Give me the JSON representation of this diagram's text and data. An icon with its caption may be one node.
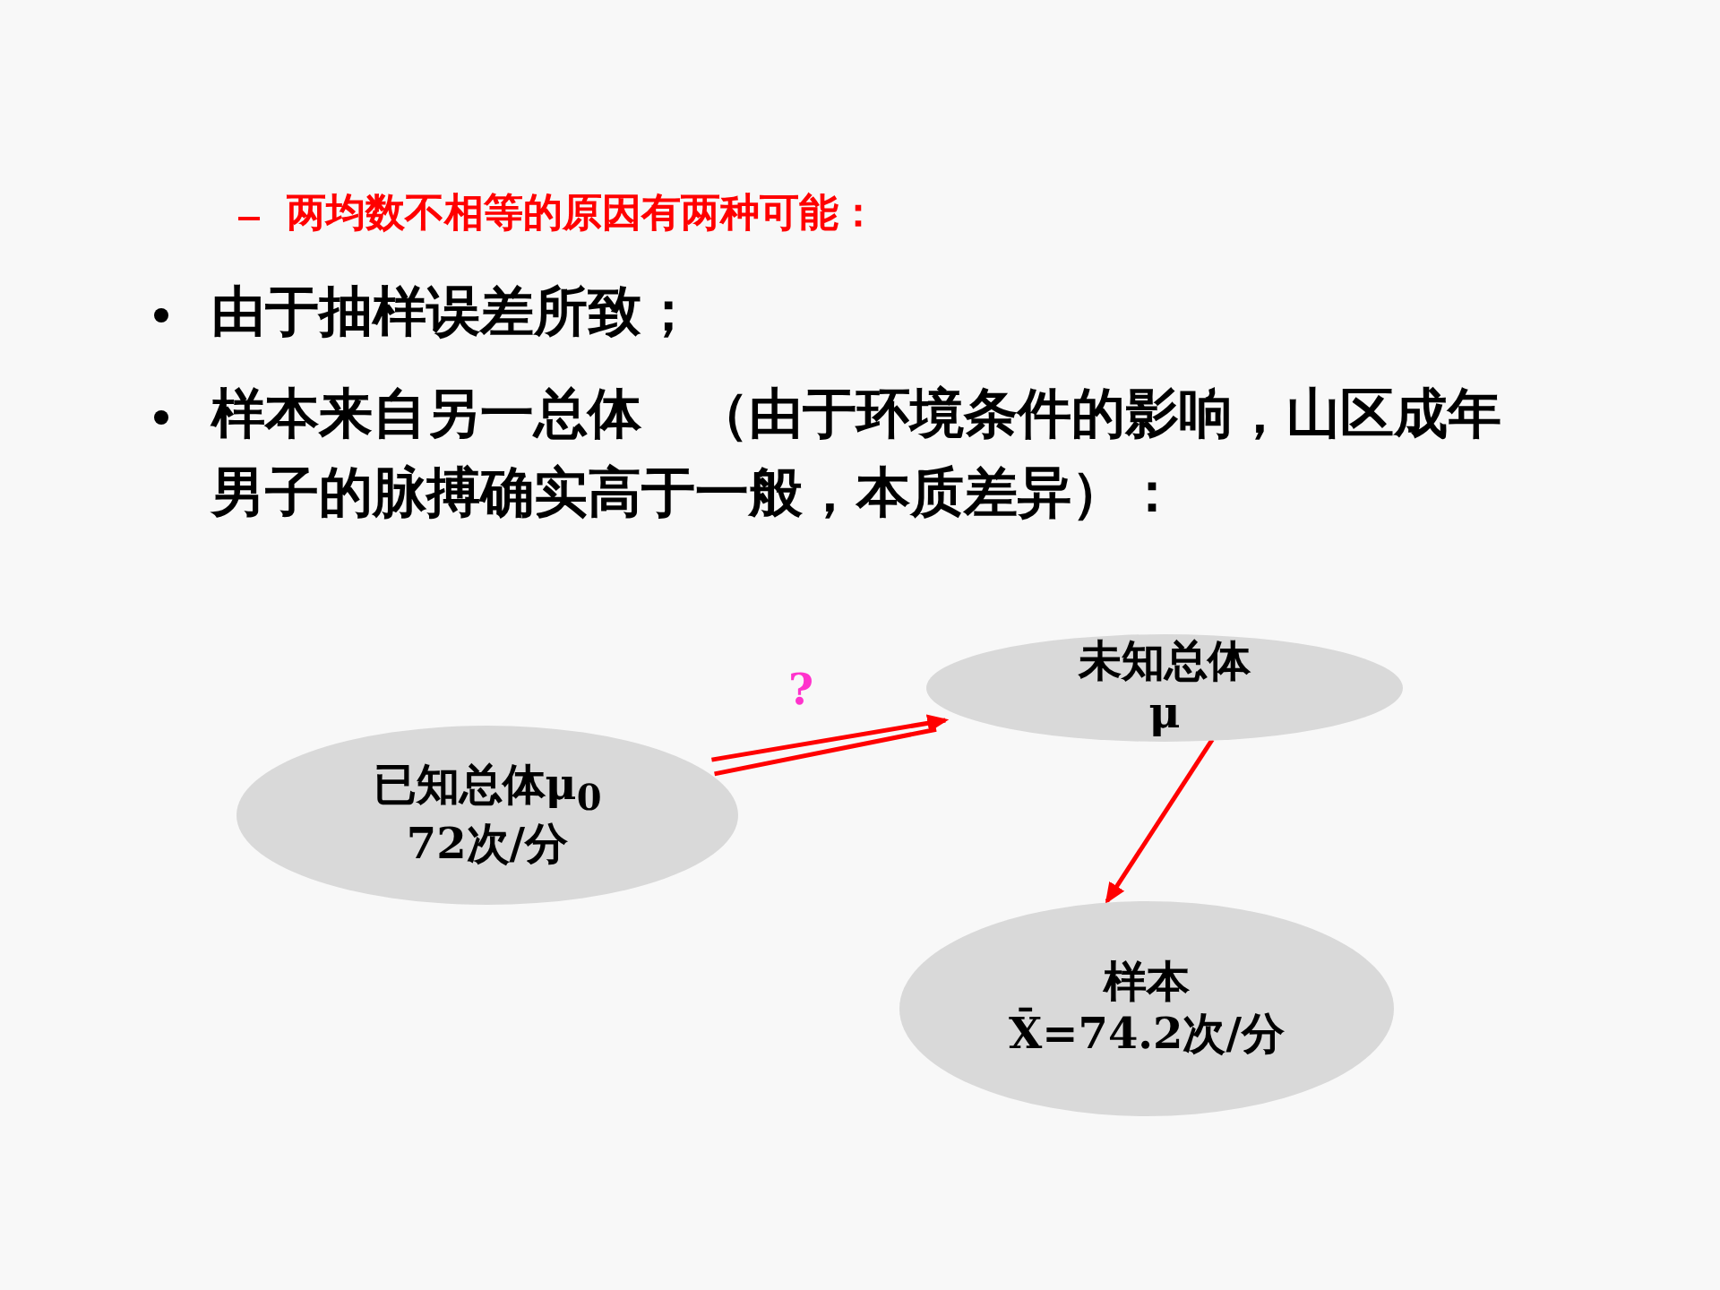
{
  "diagram": {
    "nodes": [
      {
        "text": [
          "已知总体μ$_{0}$",
          "72次/分"
        ]
      },
      {
        "text": [
          "未知总体",
          "μ"
        ]
      },
      {
        "text": [
          "样本",
          "X̄=74.2次/分"
        ]
      }
    ],
    "edges": [
      {
        "from": 0,
        "to": 1,
        "arrow": "to",
        "label": "?"
      },
      {
        "from": 1,
        "to": 2,
        "arrow": "to"
      }
    ],
    "labels": [
      "两均数不相等的原因有两种可能：",
      "由于抽样误差所致；",
      "样本来自另一总体　（由于环境条件的影响，山区成年男子的脉搏确实高于一般，本质差异）："
    ]
  }
}
